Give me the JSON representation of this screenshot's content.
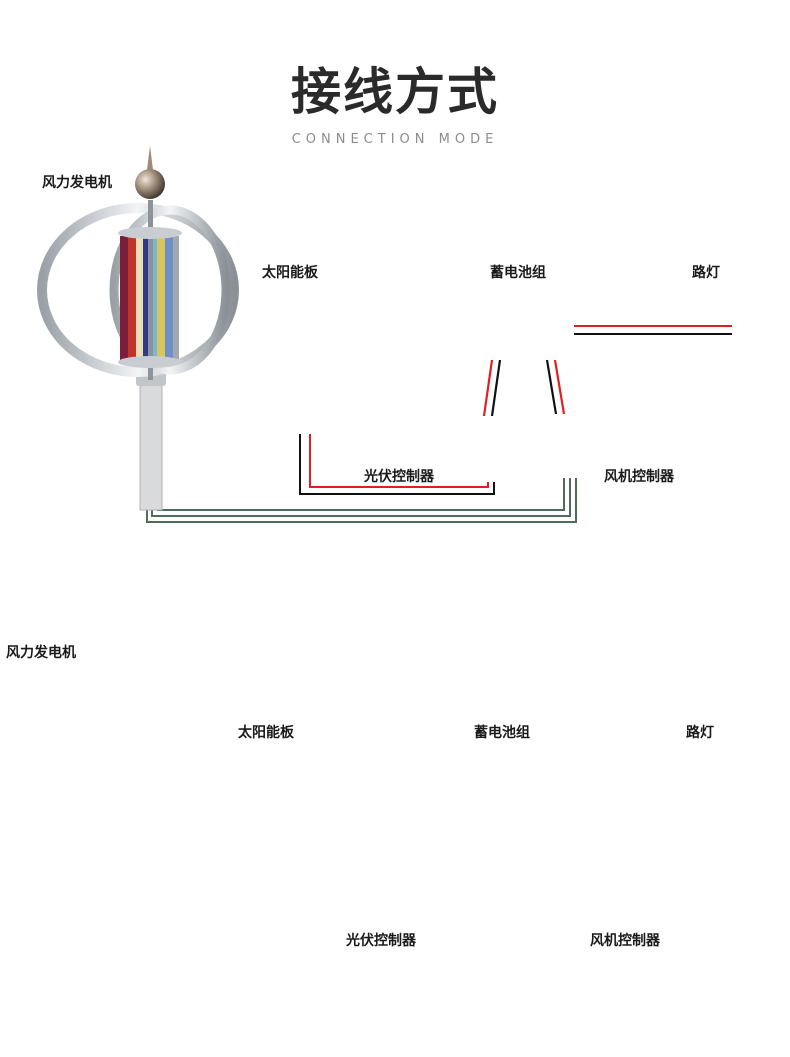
{
  "header": {
    "title": "接线方式",
    "subtitle": "CONNECTION MODE"
  },
  "diagram1": {
    "wind_turbine": "风力发电机",
    "solar_panel": "太阳能板",
    "battery": "蓄电池组",
    "street_light": "路灯",
    "pv_controller": "光伏控制器",
    "wind_controller": "风机控制器"
  },
  "diagram2": {
    "wind_turbine": "风力发电机",
    "solar_panel": "太阳能板",
    "battery": "蓄电池组",
    "load": "路灯",
    "pv_controller": "光伏控制器",
    "wind_controller": "风机控制器"
  },
  "colors": {
    "wire_red": "#e02020",
    "wire_black": "#111111",
    "wire_green": "#4e6e5a",
    "panel": "#1c2a44",
    "pv_controller": "#2f8fe0",
    "wind_controller": "#1f5a2a",
    "battery": "#dedbd2"
  }
}
